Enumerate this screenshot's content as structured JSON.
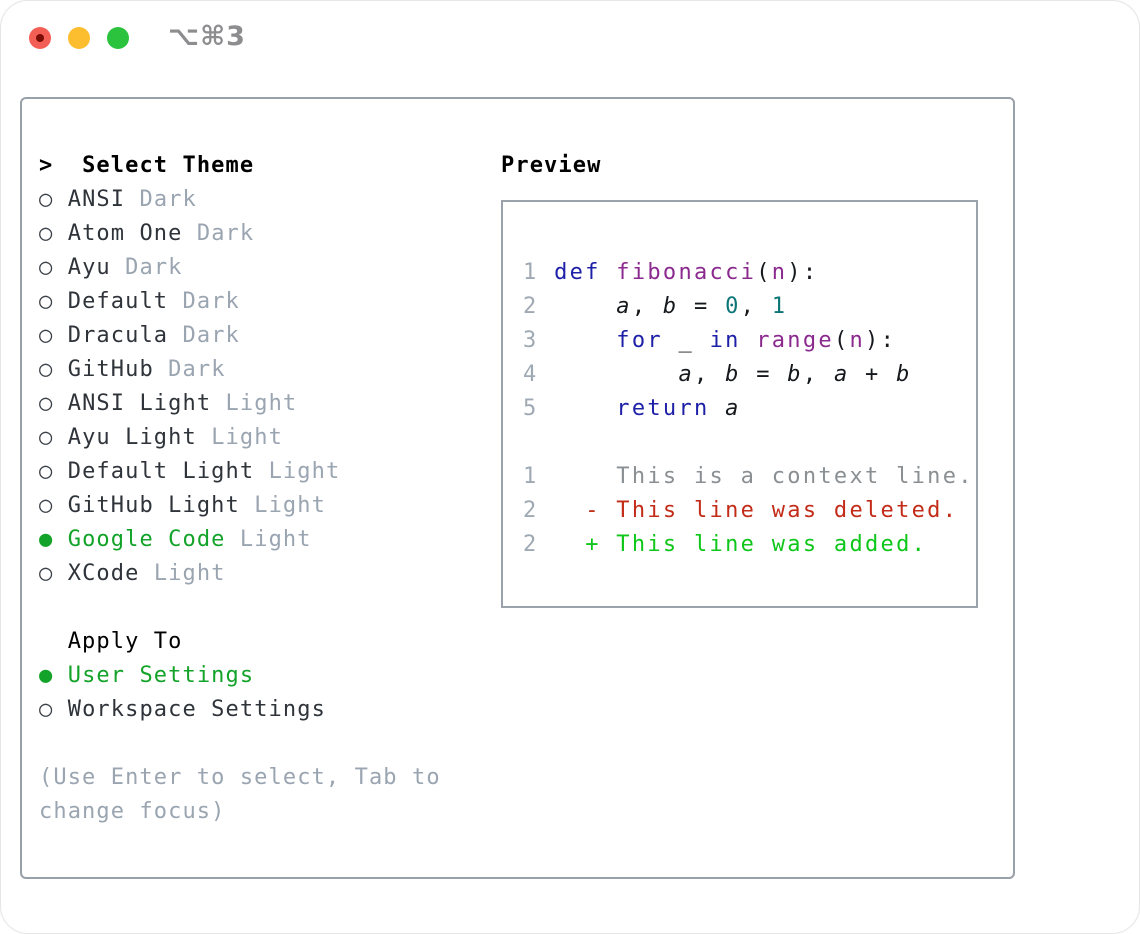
{
  "window": {
    "title": "⌥⌘3"
  },
  "traffic_lights": [
    {
      "name": "close"
    },
    {
      "name": "minimize"
    },
    {
      "name": "maximize"
    }
  ],
  "theme_picker": {
    "header_prefix": ">",
    "header": "Select Theme",
    "themes": [
      {
        "name": "ANSI",
        "tag": "Dark",
        "selected": false
      },
      {
        "name": "Atom One",
        "tag": "Dark",
        "selected": false
      },
      {
        "name": "Ayu",
        "tag": "Dark",
        "selected": false
      },
      {
        "name": "Default",
        "tag": "Dark",
        "selected": false
      },
      {
        "name": "Dracula",
        "tag": "Dark",
        "selected": false
      },
      {
        "name": "GitHub",
        "tag": "Dark",
        "selected": false
      },
      {
        "name": "ANSI Light",
        "tag": "Light",
        "selected": false
      },
      {
        "name": "Ayu Light",
        "tag": "Light",
        "selected": false
      },
      {
        "name": "Default Light",
        "tag": "Light",
        "selected": false
      },
      {
        "name": "GitHub Light",
        "tag": "Light",
        "selected": false
      },
      {
        "name": "Google Code",
        "tag": "Light",
        "selected": true
      },
      {
        "name": "XCode",
        "tag": "Light",
        "selected": false
      }
    ],
    "bullet_unselected": "○",
    "bullet_selected": "●",
    "apply_to": {
      "header": "Apply To",
      "options": [
        {
          "name": "User Settings",
          "selected": true
        },
        {
          "name": "Workspace Settings",
          "selected": false
        }
      ]
    },
    "hint": "(Use Enter to select, Tab to change focus)"
  },
  "preview": {
    "header": "Preview",
    "code_lines": [
      {
        "num": "1",
        "tokens": [
          {
            "t": "def",
            "c": "kw"
          },
          {
            "t": " ",
            "c": "pln"
          },
          {
            "t": "fibonacci",
            "c": "fn"
          },
          {
            "t": "(",
            "c": "pln"
          },
          {
            "t": "n",
            "c": "fn"
          },
          {
            "t": "):",
            "c": "pln"
          }
        ]
      },
      {
        "num": "2",
        "tokens": [
          {
            "t": "    ",
            "c": "pln"
          },
          {
            "t": "a",
            "c": "var"
          },
          {
            "t": ", ",
            "c": "pln"
          },
          {
            "t": "b",
            "c": "var"
          },
          {
            "t": " = ",
            "c": "pln"
          },
          {
            "t": "0",
            "c": "lit"
          },
          {
            "t": ", ",
            "c": "pln"
          },
          {
            "t": "1",
            "c": "lit"
          }
        ]
      },
      {
        "num": "3",
        "tokens": [
          {
            "t": "    ",
            "c": "pln"
          },
          {
            "t": "for",
            "c": "kw"
          },
          {
            "t": " ",
            "c": "pln"
          },
          {
            "t": "_",
            "c": "var"
          },
          {
            "t": " ",
            "c": "pln"
          },
          {
            "t": "in",
            "c": "kw"
          },
          {
            "t": " ",
            "c": "pln"
          },
          {
            "t": "range",
            "c": "fn"
          },
          {
            "t": "(",
            "c": "pln"
          },
          {
            "t": "n",
            "c": "fn"
          },
          {
            "t": "):",
            "c": "pln"
          }
        ]
      },
      {
        "num": "4",
        "tokens": [
          {
            "t": "        ",
            "c": "pln"
          },
          {
            "t": "a",
            "c": "var"
          },
          {
            "t": ", ",
            "c": "pln"
          },
          {
            "t": "b",
            "c": "var"
          },
          {
            "t": " = ",
            "c": "pln"
          },
          {
            "t": "b",
            "c": "var"
          },
          {
            "t": ", ",
            "c": "pln"
          },
          {
            "t": "a",
            "c": "var"
          },
          {
            "t": " + ",
            "c": "pln"
          },
          {
            "t": "b",
            "c": "var"
          }
        ]
      },
      {
        "num": "5",
        "tokens": [
          {
            "t": "    ",
            "c": "pln"
          },
          {
            "t": "return",
            "c": "kw"
          },
          {
            "t": " ",
            "c": "pln"
          },
          {
            "t": "a",
            "c": "var"
          }
        ]
      }
    ],
    "diff_lines": [
      {
        "num": "1",
        "marker": "",
        "kind": "context",
        "text": "This is a context line."
      },
      {
        "num": "2",
        "marker": "-",
        "kind": "deleted",
        "text": "This line was deleted."
      },
      {
        "num": "2",
        "marker": "+",
        "kind": "added",
        "text": "This line was added."
      }
    ]
  },
  "colors": {
    "selection_green": "#14a32a",
    "added_green": "#0ec71a",
    "deleted_red": "#c22c18",
    "keyword_blue": "#1e21a8",
    "function_purple": "#8b2a8e",
    "literal_teal": "#0c7676",
    "muted_gray": "#9aa5b1",
    "context_gray": "#8a8f93"
  }
}
